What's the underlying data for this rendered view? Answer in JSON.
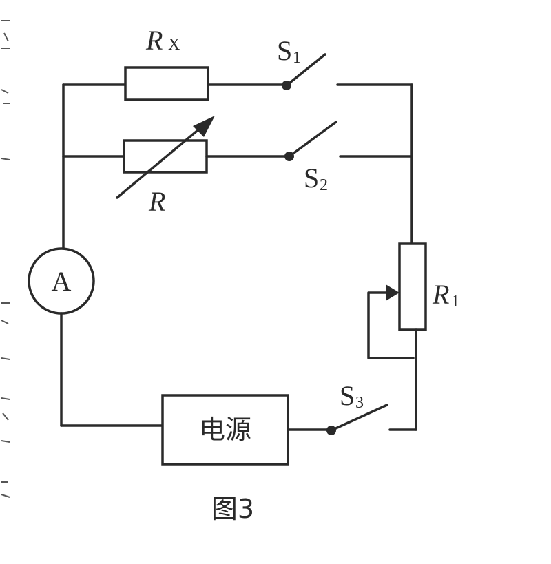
{
  "labels": {
    "rx_main": "R",
    "rx_sub": "X",
    "rheostat": "R",
    "s1_main": "S",
    "s1_sub": "1",
    "s2_main": "S",
    "s2_sub": "2",
    "s3_main": "S",
    "s3_sub": "3",
    "r1_main": "R",
    "r1_sub": "1",
    "ammeter": "A",
    "power_supply": "电源",
    "caption": "图3"
  },
  "colors": {
    "ink": "#2a2a2a",
    "background": "#ffffff"
  }
}
